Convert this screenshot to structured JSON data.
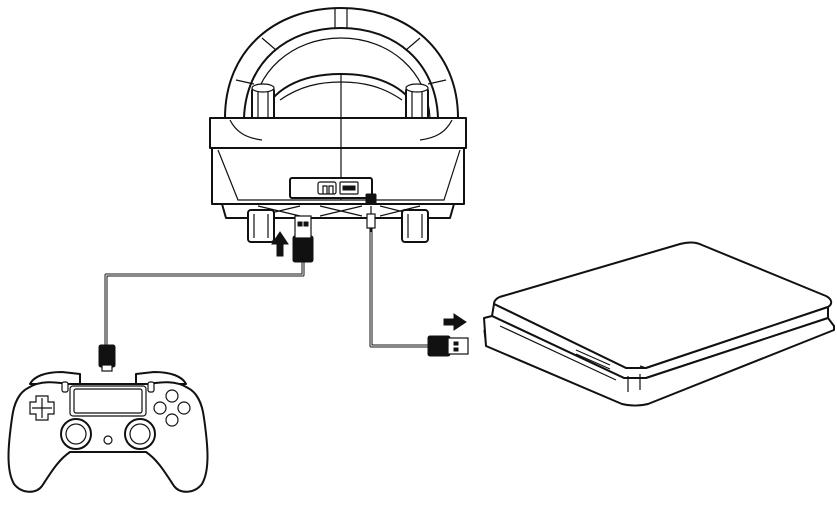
{
  "diagram": {
    "devices": [
      {
        "id": "racing-wheel",
        "icon": "steering-wheel-icon"
      },
      {
        "id": "console",
        "icon": "game-console-icon"
      },
      {
        "id": "gamepad",
        "icon": "gamepad-icon"
      }
    ],
    "connections": [
      {
        "from": "gamepad",
        "to": "racing-wheel",
        "cable": "usb-cable",
        "direction": "up-arrow-icon"
      },
      {
        "from": "racing-wheel",
        "to": "console",
        "cable": "usb-cable",
        "direction": "right-arrow-icon"
      }
    ],
    "colors": {
      "line": "#111111",
      "background": "#ffffff"
    }
  }
}
